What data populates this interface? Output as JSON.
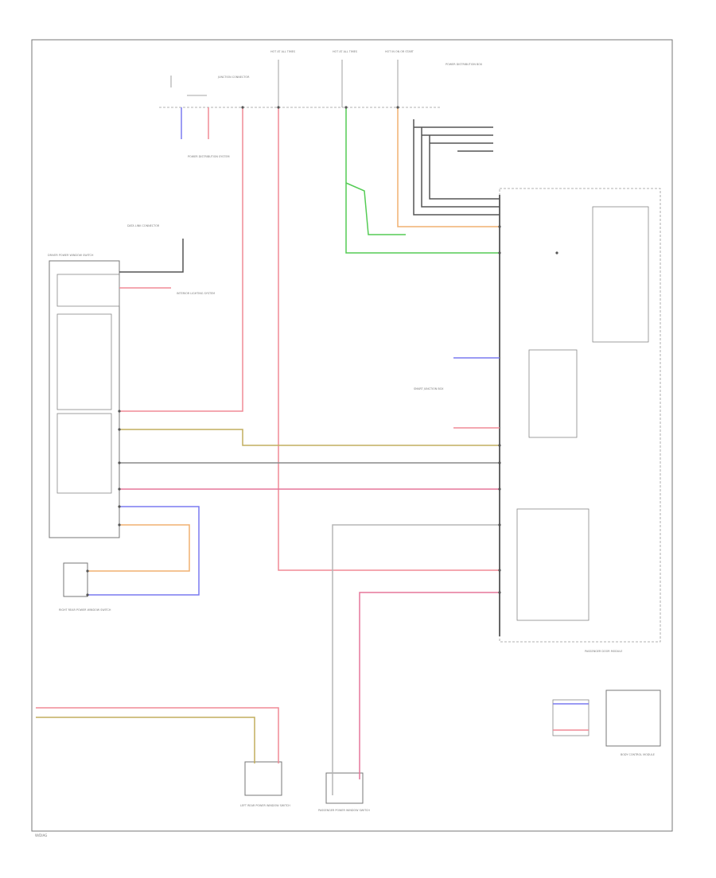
{
  "colors": {
    "red": "#f08a95",
    "pink": "#e6769a",
    "blue": "#7a7af0",
    "orange": "#f0b070",
    "tan": "#c2ad5e",
    "green": "#55cc55",
    "gray": "#8a8a8a",
    "ltgray": "#b5b5b5",
    "black": "#555555"
  },
  "labels": {
    "fuse_a": "HOT AT ALL TIMES",
    "fuse_b": "HOT AT ALL TIMES",
    "fuse_c": "HOT IN ON OR START",
    "power_distribution_box": "POWER DISTRIBUTION BOX",
    "junction_connector": "JUNCTION CONNECTOR",
    "power_distribution_system": "POWER DISTRIBUTION SYSTEM",
    "smart_junction_box": "SMART JUNCTION BOX",
    "driver_power_window_switch": "DRIVER POWER WINDOW SWITCH",
    "lighting_system": "INTERIOR LIGHTING SYSTEM",
    "data_link": "DATA LINK CONNECTOR",
    "rr_power_window_switch": "RIGHT REAR POWER WINDOW SWITCH",
    "lr_power_window_switch": "LEFT REAR POWER WINDOW SWITCH",
    "passenger_power_window_switch": "PASSENGER POWER WINDOW SWITCH",
    "passenger_door_module": "PASSENGER DOOR MODULE",
    "body_control_module": "BODY CONTROL MODULE",
    "figure_id": "W/DIAG"
  }
}
